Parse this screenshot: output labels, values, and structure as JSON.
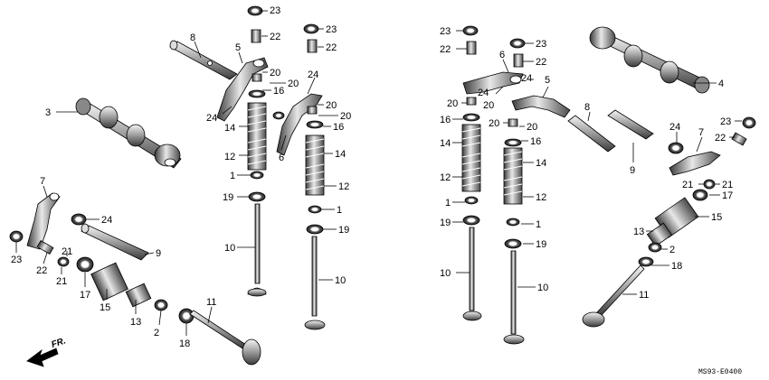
{
  "diagram_code": "MS93-E0400",
  "direction_label": "FR.",
  "callouts": [
    {
      "id": "c23a",
      "text": "23"
    },
    {
      "id": "c22a",
      "text": "22"
    },
    {
      "id": "c8a",
      "text": "8"
    },
    {
      "id": "c5a",
      "text": "5"
    },
    {
      "id": "c20a",
      "text": "20"
    },
    {
      "id": "c20b",
      "text": "20"
    },
    {
      "id": "c16a",
      "text": "16"
    },
    {
      "id": "c24a",
      "text": "24"
    },
    {
      "id": "c24b",
      "text": "24"
    },
    {
      "id": "c14a",
      "text": "14"
    },
    {
      "id": "c12a",
      "text": "12"
    },
    {
      "id": "c1a",
      "text": "1"
    },
    {
      "id": "c19a",
      "text": "19"
    },
    {
      "id": "c10a",
      "text": "10"
    },
    {
      "id": "c3",
      "text": "3"
    },
    {
      "id": "c6a",
      "text": "6"
    },
    {
      "id": "c23b",
      "text": "23"
    },
    {
      "id": "c22b",
      "text": "22"
    },
    {
      "id": "c20c",
      "text": "20"
    },
    {
      "id": "c20d",
      "text": "20"
    },
    {
      "id": "c16b",
      "text": "16"
    },
    {
      "id": "c14b",
      "text": "14"
    },
    {
      "id": "c12b",
      "text": "12"
    },
    {
      "id": "c1b",
      "text": "1"
    },
    {
      "id": "c19b",
      "text": "19"
    },
    {
      "id": "c10b",
      "text": "10"
    },
    {
      "id": "c7a",
      "text": "7"
    },
    {
      "id": "c24c",
      "text": "24"
    },
    {
      "id": "c9a",
      "text": "9"
    },
    {
      "id": "c23c",
      "text": "23"
    },
    {
      "id": "c21a",
      "text": "21"
    },
    {
      "id": "c22c",
      "text": "22"
    },
    {
      "id": "c21b",
      "text": "21"
    },
    {
      "id": "c17a",
      "text": "17"
    },
    {
      "id": "c15a",
      "text": "15"
    },
    {
      "id": "c13a",
      "text": "13"
    },
    {
      "id": "c2a",
      "text": "2"
    },
    {
      "id": "c18a",
      "text": "18"
    },
    {
      "id": "c11a",
      "text": "11"
    },
    {
      "id": "c23d",
      "text": "23"
    },
    {
      "id": "c22d",
      "text": "22"
    },
    {
      "id": "c23e",
      "text": "23"
    },
    {
      "id": "c22e",
      "text": "22"
    },
    {
      "id": "c6b",
      "text": "6"
    },
    {
      "id": "c24d",
      "text": "24"
    },
    {
      "id": "c24e",
      "text": "24"
    },
    {
      "id": "c5b",
      "text": "5"
    },
    {
      "id": "c20e",
      "text": "20"
    },
    {
      "id": "c20f",
      "text": "20"
    },
    {
      "id": "c16c",
      "text": "16"
    },
    {
      "id": "c20g",
      "text": "20"
    },
    {
      "id": "c20h",
      "text": "20"
    },
    {
      "id": "c16d",
      "text": "16"
    },
    {
      "id": "c14c",
      "text": "14"
    },
    {
      "id": "c14d",
      "text": "14"
    },
    {
      "id": "c12c",
      "text": "12"
    },
    {
      "id": "c12d",
      "text": "12"
    },
    {
      "id": "c1c",
      "text": "1"
    },
    {
      "id": "c1d",
      "text": "1"
    },
    {
      "id": "c19c",
      "text": "19"
    },
    {
      "id": "c19d",
      "text": "19"
    },
    {
      "id": "c10c",
      "text": "10"
    },
    {
      "id": "c10d",
      "text": "10"
    },
    {
      "id": "c4",
      "text": "4"
    },
    {
      "id": "c8b",
      "text": "8"
    },
    {
      "id": "c9b",
      "text": "9"
    },
    {
      "id": "c24f",
      "text": "24"
    },
    {
      "id": "c7b",
      "text": "7"
    },
    {
      "id": "c23f",
      "text": "23"
    },
    {
      "id": "c22f",
      "text": "22"
    },
    {
      "id": "c21c",
      "text": "21"
    },
    {
      "id": "c21d",
      "text": "21"
    },
    {
      "id": "c17b",
      "text": "17"
    },
    {
      "id": "c15b",
      "text": "15"
    },
    {
      "id": "c13b",
      "text": "13"
    },
    {
      "id": "c2b",
      "text": "2"
    },
    {
      "id": "c18b",
      "text": "18"
    },
    {
      "id": "c11b",
      "text": "11"
    }
  ]
}
